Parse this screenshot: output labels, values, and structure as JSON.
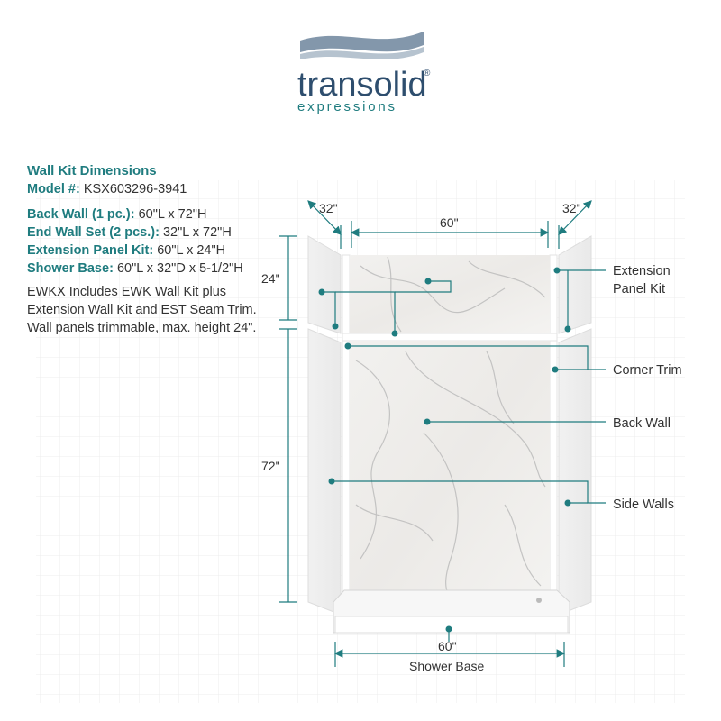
{
  "brand": {
    "name": "transolid",
    "registered": "®",
    "tagline": "expressions"
  },
  "specs": {
    "title": "Wall Kit Dimensions",
    "model_label": "Model #:",
    "model_value": "KSX603296-3941",
    "back_wall_label": "Back Wall (1 pc.):",
    "back_wall_value": "60\"L x 72\"H",
    "end_wall_label": "End Wall Set (2 pcs.):",
    "end_wall_value": "32\"L x 72\"H",
    "extension_label": "Extension Panel Kit:",
    "extension_value": "60\"L x 24\"H",
    "base_label": "Shower Base:",
    "base_value": "60\"L x 32\"D x 5-1/2\"H",
    "description": "EWKX Includes EWK Wall Kit plus Extension Wall Kit and EST Seam Trim. Wall panels trimmable, max. height 24\"."
  },
  "dimensions": {
    "left_depth": "32\"",
    "right_depth": "32\"",
    "width_top": "60\"",
    "extension_height": "24\"",
    "wall_height": "72\"",
    "base_width": "60\""
  },
  "callouts": {
    "extension_line1": "Extension",
    "extension_line2": "Panel Kit",
    "corner_trim": "Corner Trim",
    "back_wall": "Back Wall",
    "side_walls": "Side Walls",
    "shower_base": "Shower Base"
  },
  "colors": {
    "accent": "#1f7c7f",
    "logo_blue": "#2e4e6e",
    "logo_wave": "#7f93a8",
    "grid": "#e8e8e8"
  }
}
